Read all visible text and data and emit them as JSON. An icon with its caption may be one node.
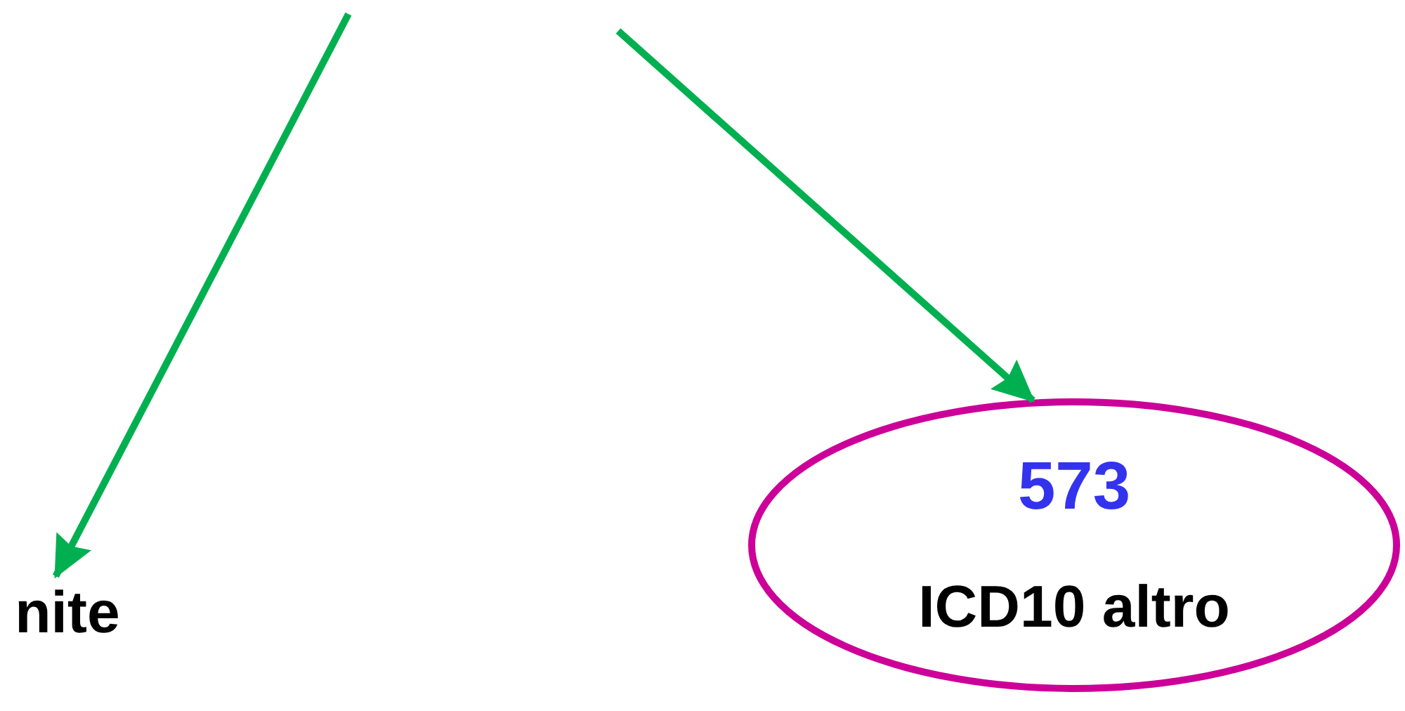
{
  "diagram": {
    "nodes": [
      {
        "text": [
          "nite"
        ]
      },
      {
        "text": [
          "573",
          "ICD10 altro"
        ]
      }
    ],
    "edges": [
      {
        "from": null,
        "to": 0,
        "arrow": "to",
        "color": "#00b050"
      },
      {
        "from": null,
        "to": 1,
        "arrow": "to",
        "color": "#00b050"
      }
    ]
  }
}
